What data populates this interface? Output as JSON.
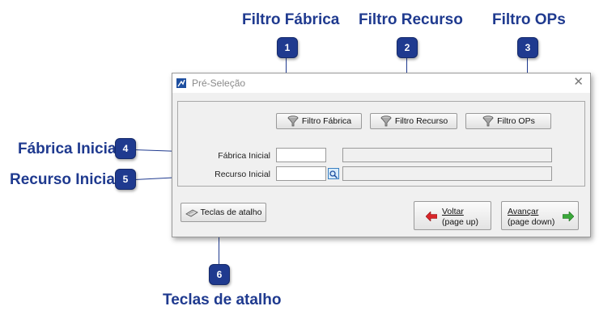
{
  "callouts": {
    "c1": {
      "title": "Filtro Fábrica",
      "num": "1"
    },
    "c2": {
      "title": "Filtro Recurso",
      "num": "2"
    },
    "c3": {
      "title": "Filtro OPs",
      "num": "3"
    },
    "c4": {
      "title": "Fábrica Inicial",
      "num": "4"
    },
    "c5": {
      "title": "Recurso Inicial",
      "num": "5"
    },
    "c6": {
      "title": "Teclas de atalho",
      "num": "6"
    }
  },
  "window": {
    "title": "Pré-Seleção",
    "close": "✕"
  },
  "filters": {
    "fabrica": "Filtro Fábrica",
    "recurso": "Filtro Recurso",
    "ops": "Filtro OPs"
  },
  "fields": {
    "fabrica_label": "Fábrica Inicial",
    "fabrica_value": "",
    "recurso_label": "Recurso Inicial",
    "recurso_value": ""
  },
  "footer": {
    "shortcuts": "Teclas de atalho",
    "back_line1": "Voltar",
    "back_line2": "(page up)",
    "next_line1": "Avançar",
    "next_line2": "(page down)"
  },
  "colors": {
    "callout": "#1f3a8f",
    "arrow_back": "#d9262a",
    "arrow_next": "#3aa83a"
  }
}
